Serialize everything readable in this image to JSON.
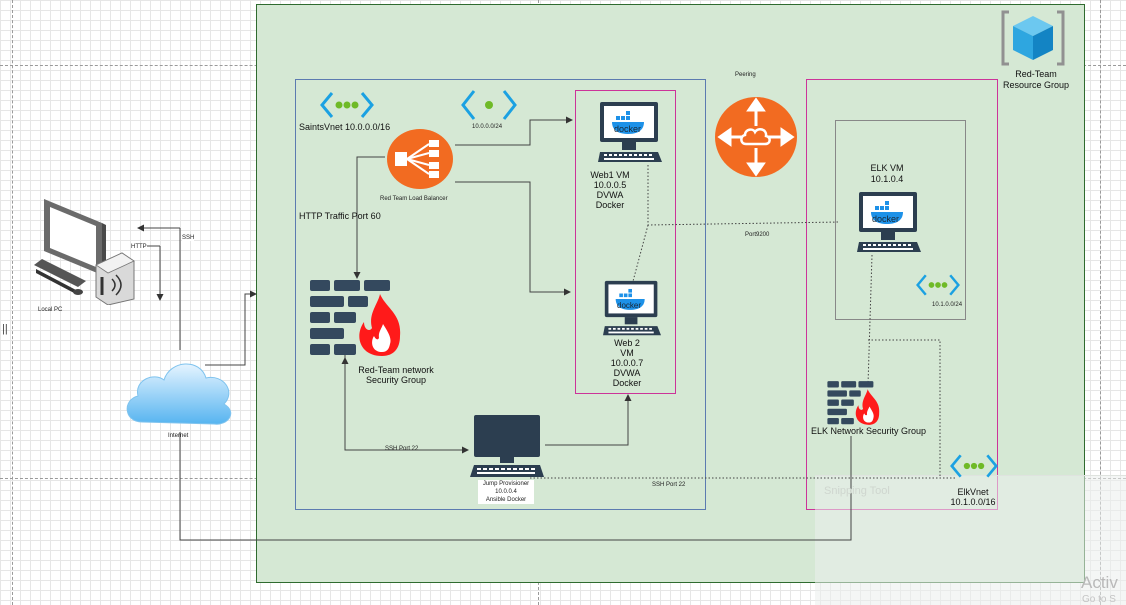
{
  "resource_group": {
    "label": "Red-Team\nResource Group"
  },
  "saints_vnet": {
    "label": "SaintsVnet  10.0.0.0/16",
    "subnet": "10.0.0.0/24"
  },
  "load_balancer": {
    "label": "Red Team Load Balancer"
  },
  "http_traffic": {
    "label": "HTTP Traffic Port 60"
  },
  "red_team_nsg": {
    "label": "Red-Team network\nSecurity Group"
  },
  "web1": {
    "label": "Web1 VM\n10.0.0.5\nDVWA\nDocker",
    "docker_text": "docker"
  },
  "web2": {
    "label": "Web 2\nVM\n10.0.0.7\nDVWA\nDocker",
    "docker_text": "docker"
  },
  "jump": {
    "label": "Jump Provisioner\n10.0.0.4\nAnsible Docker",
    "ssh_port_left": "SSH Port 22",
    "ssh_port_right": "SSH Port 22"
  },
  "peering": {
    "label": "Peering"
  },
  "port": {
    "label": "Port9200"
  },
  "elk_vm": {
    "label": "ELK VM\n10.1.0.4",
    "docker_text": "docker"
  },
  "elk_subnet": {
    "label": "10.1.0.0/24"
  },
  "elk_nsg": {
    "label": "ELK Network Security Group"
  },
  "elk_vnet": {
    "label": "ElkVnet\n10.1.0.0/16"
  },
  "local_pc": {
    "label": "Local  PC"
  },
  "internet": {
    "label": "Internet"
  },
  "edge_labels": {
    "ssh": "SSH",
    "http": "HTTP"
  },
  "overlay": {
    "snipping_tool": "Snipping Tool",
    "activate": "Activ",
    "goto": "Go to S"
  },
  "left_marker": "||",
  "colors": {
    "resource_group_fill": "#d5e8d4",
    "resource_group_border": "#2f6b2f",
    "vnet_border": "#5c7bb0",
    "elk_border": "#cc3399",
    "azure_blue": "#1ba1e2",
    "vnet_green": "#6fba27",
    "lb_orange": "#f26b21",
    "dark_slate": "#34495e",
    "fire_red": "#ff1a1a"
  }
}
